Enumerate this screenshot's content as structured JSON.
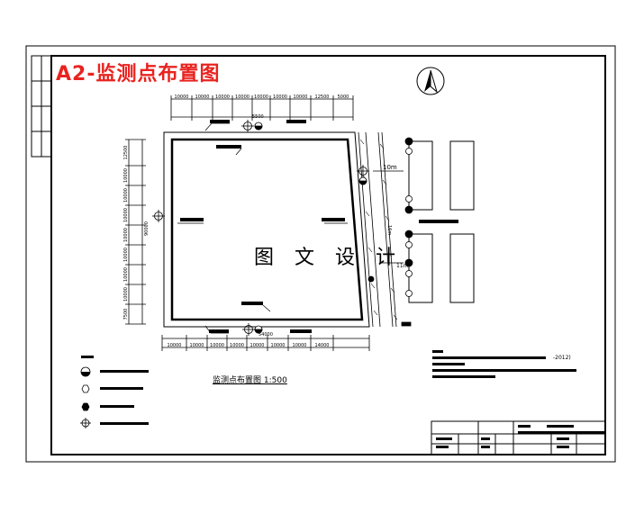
{
  "title": "A2-监测点布置图",
  "watermark": "图 文 设 计",
  "scale_caption": "监测点布置图 1:500",
  "top_dims": [
    "10000",
    "10000",
    "10000",
    "10000",
    "10000",
    "10000",
    "10000",
    "12500",
    "5000"
  ],
  "bottom_dims": [
    "10000",
    "10000",
    "10000",
    "10000",
    "10000",
    "10000",
    "10000",
    "14000"
  ],
  "left_dims": [
    "12500",
    "10000",
    "10000",
    "10000",
    "10000",
    "10000",
    "10000",
    "10000",
    "7500"
  ],
  "labels": {
    "top_point": "5500",
    "bottom_point": "54000",
    "left_dim": "90000",
    "road_width": "10m",
    "road_side": "16m",
    "road_lower": "11m",
    "note_code": "-2012)"
  },
  "colors": {
    "title": "#e8231f",
    "line": "#000000"
  }
}
